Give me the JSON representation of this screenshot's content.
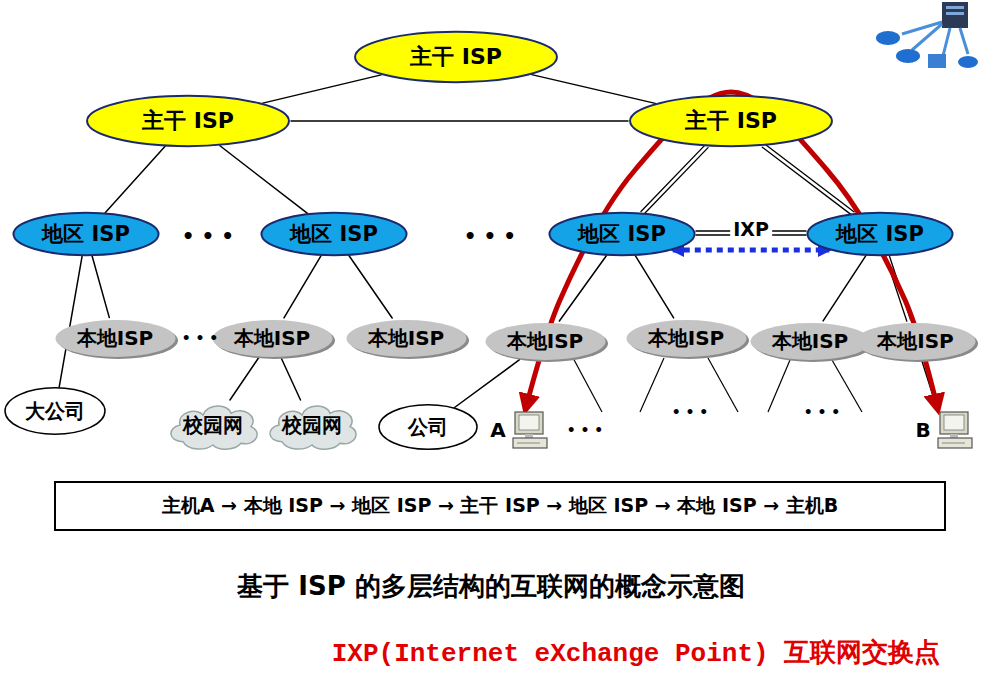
{
  "diagram": {
    "caption": "基于 ISP 的多层结构的互联网的概念示意图",
    "nodes": [
      {
        "text": [
          "主干 ISP"
        ]
      },
      {
        "text": [
          "主干 ISP"
        ]
      },
      {
        "text": [
          "主干 ISP"
        ]
      },
      {
        "text": [
          "地区 ISP"
        ]
      },
      {
        "text": [
          "地区 ISP"
        ]
      },
      {
        "text": [
          "地区 ISP"
        ]
      },
      {
        "text": [
          "地区 ISP"
        ]
      },
      {
        "text": [
          "本地ISP"
        ]
      },
      {
        "text": [
          "本地ISP"
        ]
      },
      {
        "text": [
          "本地ISP"
        ]
      },
      {
        "text": [
          "本地ISP"
        ]
      },
      {
        "text": [
          "本地ISP"
        ]
      },
      {
        "text": [
          "本地ISP"
        ]
      },
      {
        "text": [
          "本地ISP"
        ]
      },
      {
        "text": [
          "大公司"
        ]
      },
      {
        "text": [
          "校园网"
        ]
      },
      {
        "text": [
          "校园网"
        ]
      },
      {
        "text": [
          "公司"
        ]
      },
      {
        "text": [
          "A"
        ]
      },
      {
        "text": [
          "B"
        ]
      },
      {
        "text": [
          "主机A → 本地 ISP → 地区 ISP → 主干 ISP → 地区 ISP → 本地 ISP → 主机B"
        ]
      }
    ],
    "edges": [
      {
        "from": 0,
        "to": 1,
        "arrow": "none"
      },
      {
        "from": 0,
        "to": 2,
        "arrow": "none"
      },
      {
        "from": 1,
        "to": 2,
        "arrow": "none"
      },
      {
        "from": 1,
        "to": 3,
        "arrow": "none"
      },
      {
        "from": 1,
        "to": 4,
        "arrow": "none"
      },
      {
        "from": 2,
        "to": 5,
        "arrow": "none"
      },
      {
        "from": 2,
        "to": 6,
        "arrow": "none"
      },
      {
        "from": 5,
        "to": 6,
        "label": "IXP",
        "arrow": "none"
      },
      {
        "from": 5,
        "to": 6,
        "arrow": "both"
      },
      {
        "from": 3,
        "to": 7,
        "arrow": "none"
      },
      {
        "from": 3,
        "to": 14,
        "arrow": "none"
      },
      {
        "from": 4,
        "to": 8,
        "arrow": "none"
      },
      {
        "from": 4,
        "to": 9,
        "arrow": "none"
      },
      {
        "from": 8,
        "to": 15,
        "arrow": "none"
      },
      {
        "from": 8,
        "to": 16,
        "arrow": "none"
      },
      {
        "from": 5,
        "to": 10,
        "arrow": "none"
      },
      {
        "from": 5,
        "to": 11,
        "arrow": "none"
      },
      {
        "from": 6,
        "to": 12,
        "arrow": "none"
      },
      {
        "from": 6,
        "to": 13,
        "arrow": "none"
      },
      {
        "from": 10,
        "to": 17,
        "arrow": "none"
      },
      {
        "from": 10,
        "to": 18,
        "arrow": "none"
      },
      {
        "from": 13,
        "to": 19,
        "arrow": "none"
      },
      {
        "from": 18,
        "to": 19,
        "arrow": "both"
      }
    ],
    "labels": [
      "• • •",
      "• • •",
      "• • •",
      "• • •",
      "• • •",
      "• • •",
      "IXP(Internet eXchange Point) 互联网交换点"
    ]
  }
}
